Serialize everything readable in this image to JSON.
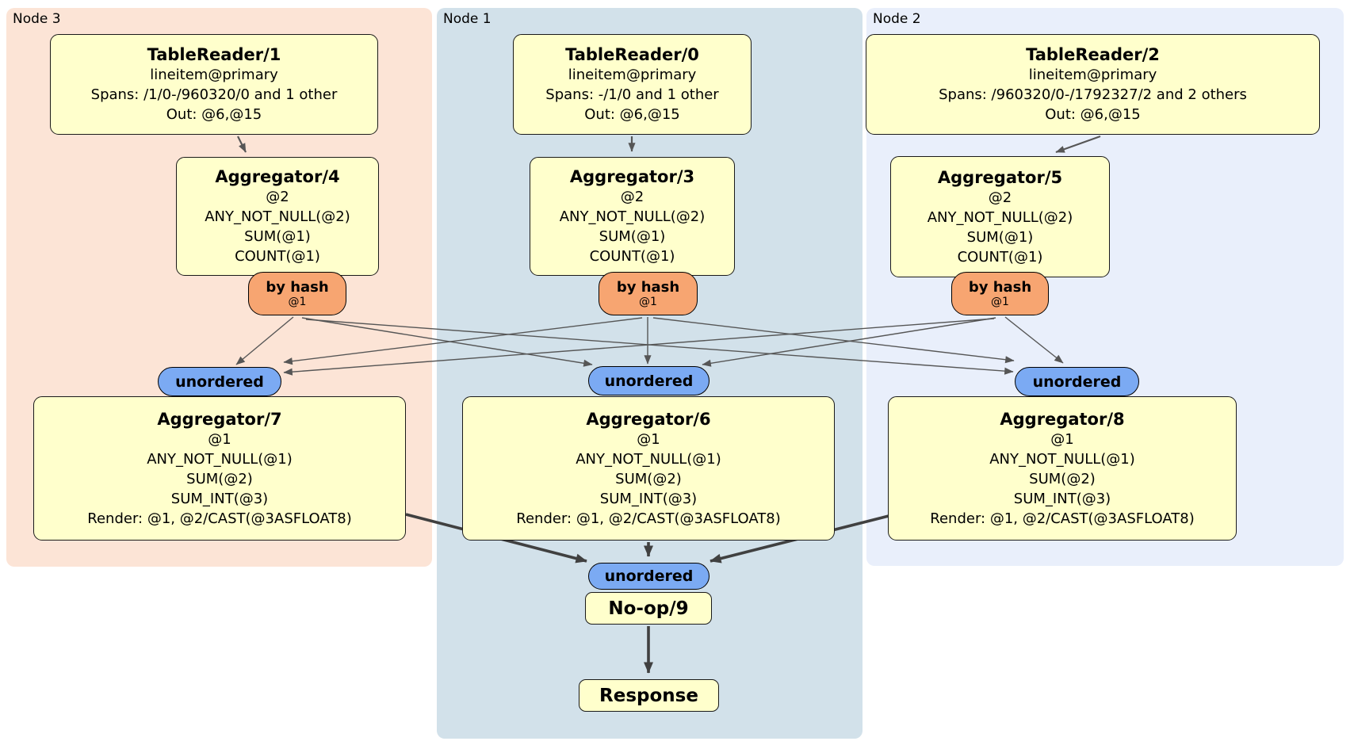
{
  "regions": [
    {
      "label": "Node 3"
    },
    {
      "label": "Node 1"
    },
    {
      "label": "Node 2"
    }
  ],
  "table_readers": [
    {
      "title": "TableReader/1",
      "lines": [
        "lineitem@primary",
        "Spans: /1/0-/960320/0 and 1 other",
        "Out: @6,@15"
      ]
    },
    {
      "title": "TableReader/0",
      "lines": [
        "lineitem@primary",
        "Spans: -/1/0 and 1 other",
        "Out: @6,@15"
      ]
    },
    {
      "title": "TableReader/2",
      "lines": [
        "lineitem@primary",
        "Spans: /960320/0-/1792327/2 and 2 others",
        "Out: @6,@15"
      ]
    }
  ],
  "stage1_aggregators": [
    {
      "title": "Aggregator/4",
      "lines": [
        "@2",
        "ANY_NOT_NULL(@2)",
        "SUM(@1)",
        "COUNT(@1)"
      ]
    },
    {
      "title": "Aggregator/3",
      "lines": [
        "@2",
        "ANY_NOT_NULL(@2)",
        "SUM(@1)",
        "COUNT(@1)"
      ]
    },
    {
      "title": "Aggregator/5",
      "lines": [
        "@2",
        "ANY_NOT_NULL(@2)",
        "SUM(@1)",
        "COUNT(@1)"
      ]
    }
  ],
  "routers": [
    {
      "label": "by hash",
      "key": "@1"
    },
    {
      "label": "by hash",
      "key": "@1"
    },
    {
      "label": "by hash",
      "key": "@1"
    }
  ],
  "streams": [
    {
      "label": "unordered"
    },
    {
      "label": "unordered"
    },
    {
      "label": "unordered"
    }
  ],
  "stage2_aggregators": [
    {
      "title": "Aggregator/7",
      "lines": [
        "@1",
        "ANY_NOT_NULL(@1)",
        "SUM(@2)",
        "SUM_INT(@3)",
        "Render: @1, @2/CAST(@3ASFLOAT8)"
      ]
    },
    {
      "title": "Aggregator/6",
      "lines": [
        "@1",
        "ANY_NOT_NULL(@1)",
        "SUM(@2)",
        "SUM_INT(@3)",
        "Render: @1, @2/CAST(@3ASFLOAT8)"
      ]
    },
    {
      "title": "Aggregator/8",
      "lines": [
        "@1",
        "ANY_NOT_NULL(@1)",
        "SUM(@2)",
        "SUM_INT(@3)",
        "Render: @1, @2/CAST(@3ASFLOAT8)"
      ]
    }
  ],
  "final_stream": {
    "label": "unordered"
  },
  "noop": {
    "label": "No-op/9"
  },
  "response": {
    "label": "Response"
  },
  "colors": {
    "region-node3": "#fce4d6",
    "region-node1": "#d2e1ea",
    "region-node2": "#e9effb",
    "box-fill": "#ffffcc",
    "box-border": "#1a1a1a",
    "router-fill": "#f7a571",
    "stream-fill": "#7baaf3",
    "edge": "#565656",
    "edge-thick": "#404040",
    "text": "#000000"
  }
}
